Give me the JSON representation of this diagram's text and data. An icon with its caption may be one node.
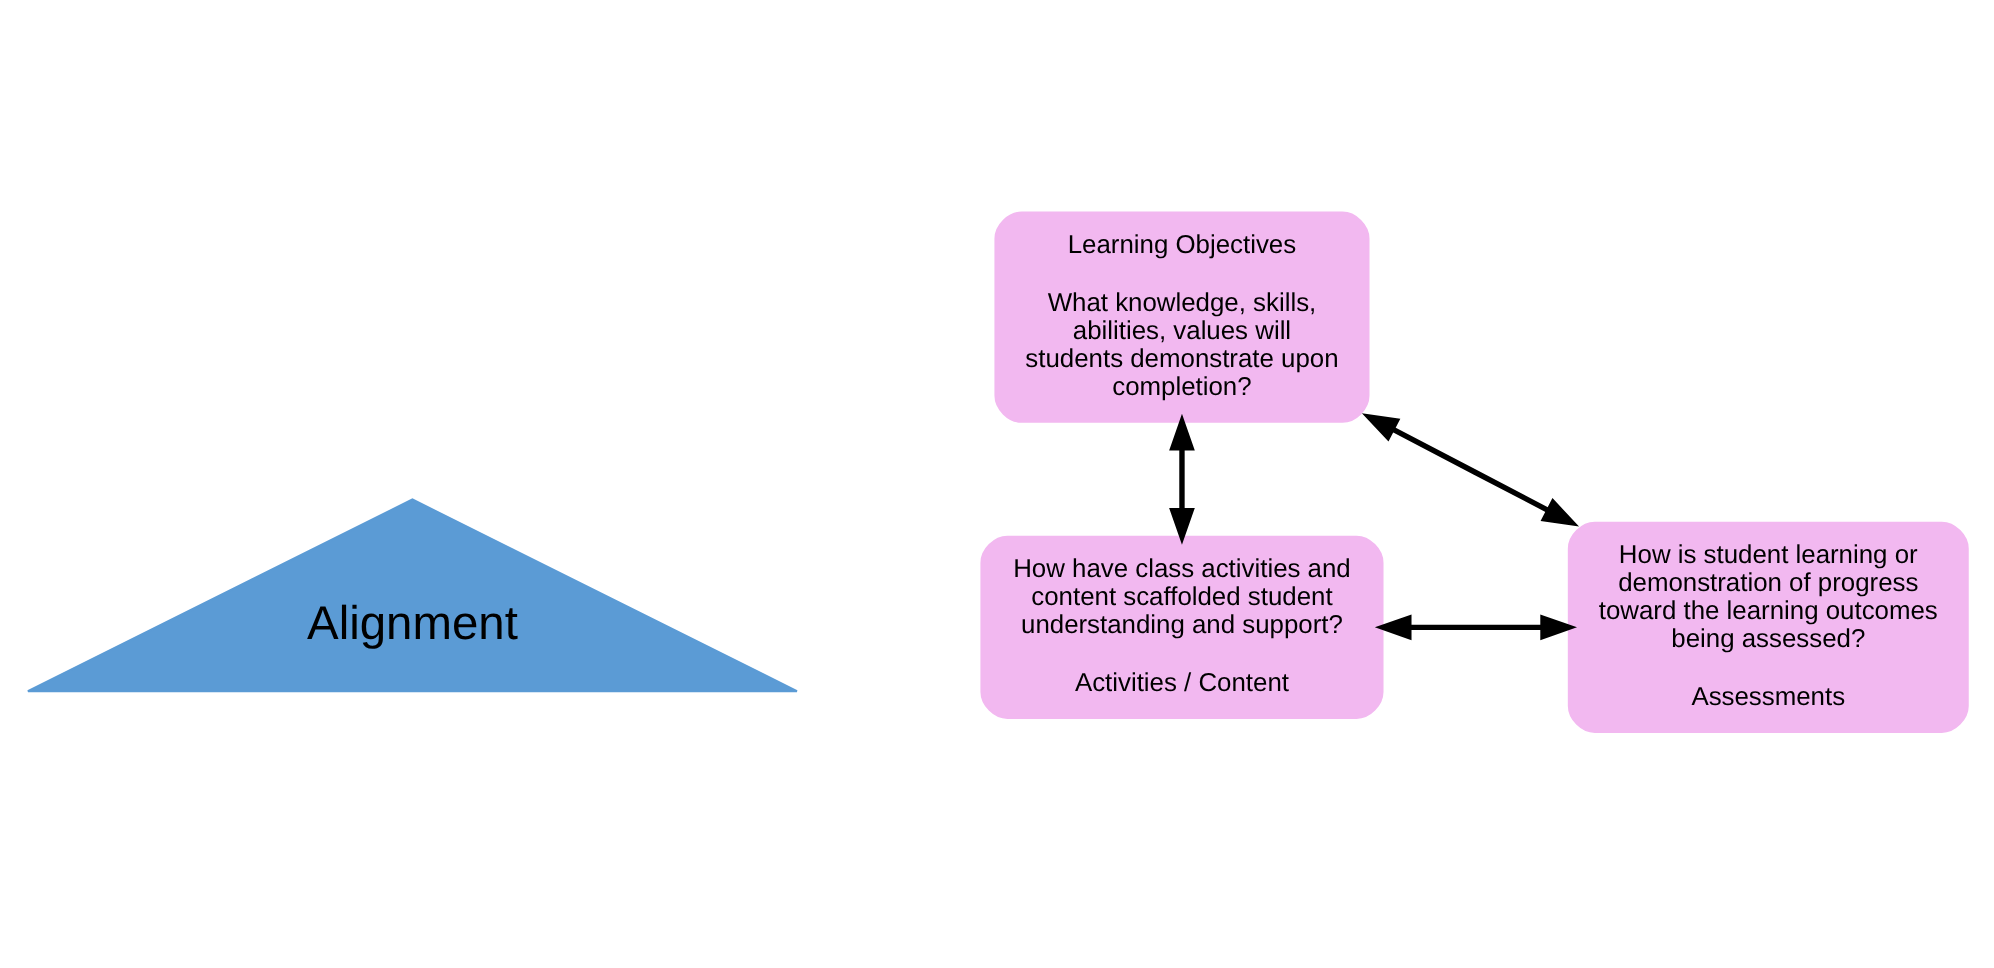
{
  "diagram": {
    "nodes": [
      {
        "text": [
          "Learning Objectives",
          "What knowledge, skills, abilities, values will students demonstrate upon completion?"
        ]
      },
      {
        "text": [
          "Alignment"
        ]
      },
      {
        "text": [
          "How have class activities and content scaffolded student understanding and support?",
          "Activities / Content"
        ]
      },
      {
        "text": [
          "How is student learning or demonstration of progress toward the learning outcomes being assessed?",
          "Assessments"
        ]
      }
    ],
    "edges": [
      {
        "from": 0,
        "to": 2,
        "arrow": "both"
      },
      {
        "from": 0,
        "to": 3,
        "arrow": "both"
      },
      {
        "from": 2,
        "to": 3,
        "arrow": "both"
      }
    ]
  }
}
